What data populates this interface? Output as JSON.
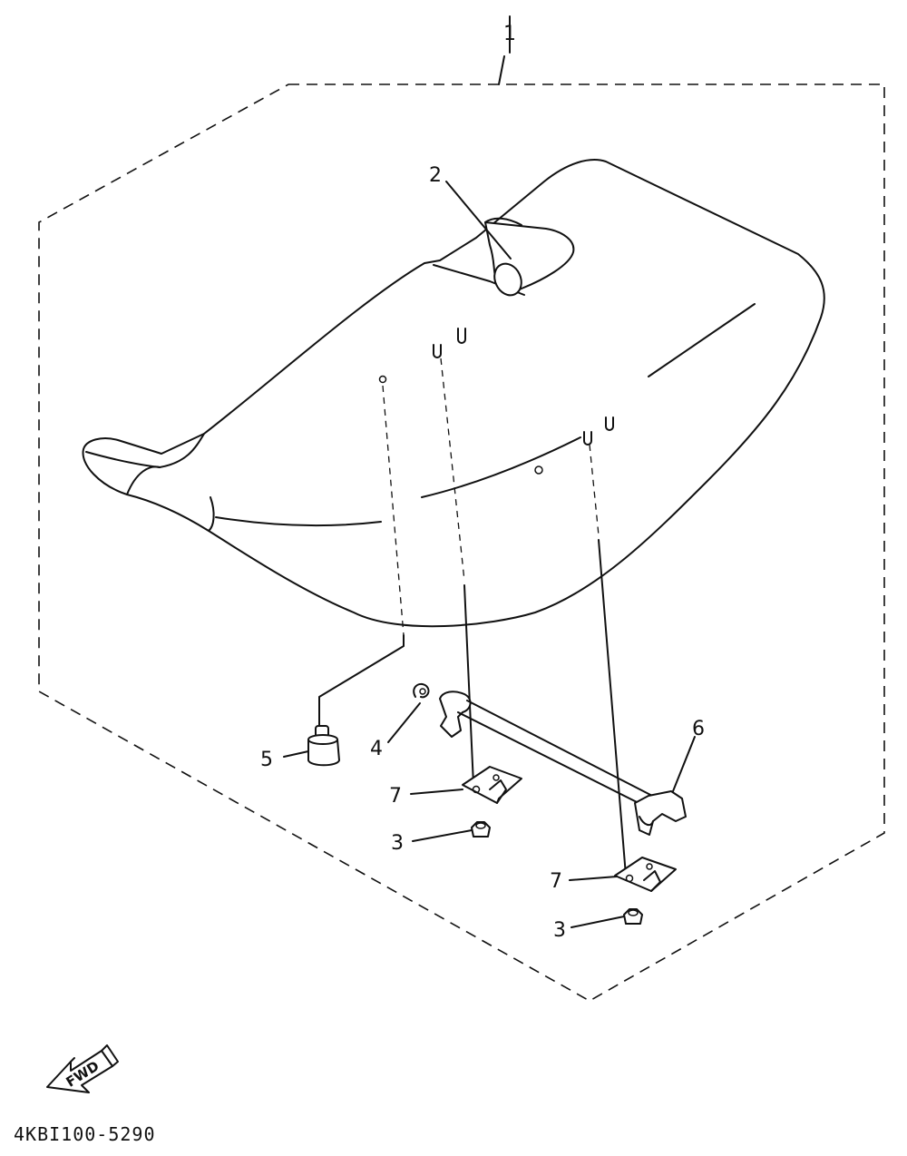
{
  "diagram": {
    "callouts": [
      {
        "id": "c1",
        "text": "1"
      },
      {
        "id": "c2",
        "text": "2"
      },
      {
        "id": "c3a",
        "text": "3"
      },
      {
        "id": "c3b",
        "text": "3"
      },
      {
        "id": "c4",
        "text": "4"
      },
      {
        "id": "c5",
        "text": "5"
      },
      {
        "id": "c6",
        "text": "6"
      },
      {
        "id": "c7a",
        "text": "7"
      },
      {
        "id": "c7b",
        "text": "7"
      }
    ],
    "direction_badge": "FWD",
    "drawing_code": "4KBI100-5290"
  }
}
